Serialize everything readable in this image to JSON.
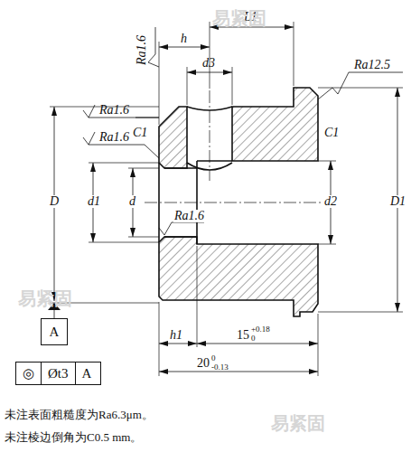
{
  "diagram": {
    "nodes": [
      {
        "text": [
          "A"
        ]
      },
      {
        "text": [
          "◎",
          "Øt3",
          "A"
        ]
      }
    ],
    "labels": [
      "L1",
      "h",
      "Ra1.6",
      "d3",
      "Ra12.5",
      "Ra1.6",
      "C1",
      "C1",
      "Ra1.6",
      "D",
      "d1",
      "d",
      "d2",
      "D1",
      "Ra1.6",
      "h1",
      "15",
      "+0.18",
      "0",
      "20",
      "0",
      "-0.13",
      "未注表面粗糙度为Ra6.3μm。",
      "未注棱边倒角为C0.5 mm。",
      "易紧固",
      "易紧固",
      "易紧固"
    ]
  }
}
